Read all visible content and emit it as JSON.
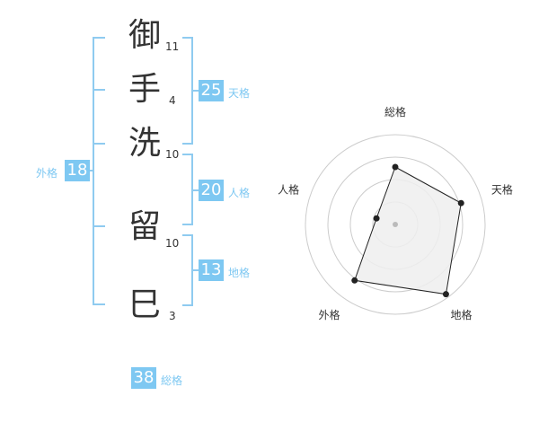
{
  "name": {
    "chars": [
      {
        "char": "御",
        "strokes": "11"
      },
      {
        "char": "手",
        "strokes": "4"
      },
      {
        "char": "洗",
        "strokes": "10"
      },
      {
        "char": "留",
        "strokes": "10"
      },
      {
        "char": "巳",
        "strokes": "3"
      }
    ]
  },
  "kaku": {
    "tenkaku": {
      "value": "25",
      "label": "天格"
    },
    "jinkaku": {
      "value": "20",
      "label": "人格"
    },
    "chikaku": {
      "value": "13",
      "label": "地格"
    },
    "gaikaku": {
      "value": "18",
      "label": "外格"
    },
    "soukaku": {
      "value": "38",
      "label": "総格"
    }
  },
  "colors": {
    "accent": "#7ec8f2",
    "bracket": "#8fcbf0",
    "grid": "#cccccc",
    "polygon_fill": "#eeeeee"
  },
  "chart_data": {
    "type": "radar",
    "axes": [
      "総格",
      "天格",
      "地格",
      "外格",
      "人格"
    ],
    "values": [
      0.64,
      0.77,
      0.96,
      0.77,
      0.22
    ],
    "rings": 4,
    "range": [
      0,
      1
    ]
  }
}
